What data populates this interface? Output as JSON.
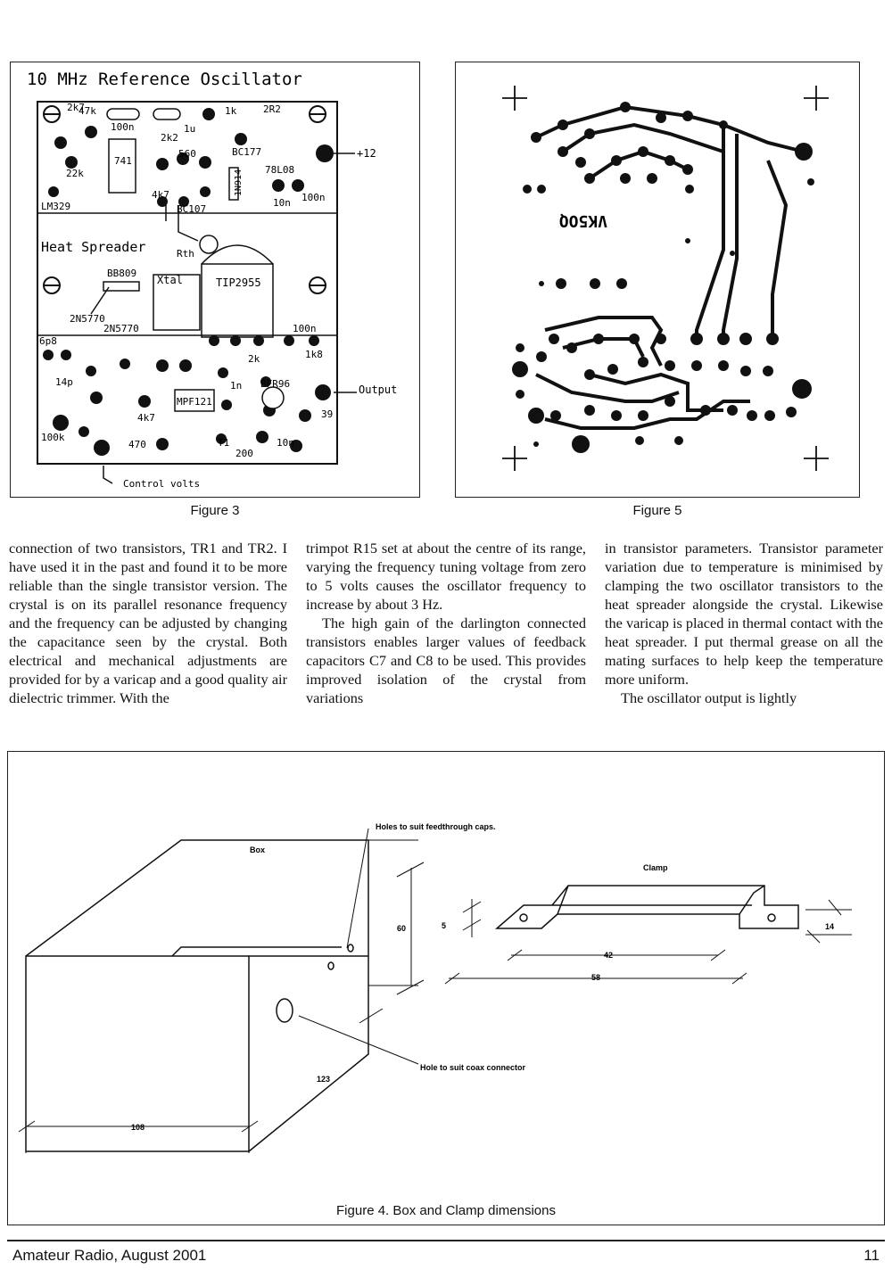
{
  "figure3": {
    "title": "10 MHz Reference Oscillator",
    "caption": "Figure 3",
    "sections": {
      "heat_spreader": "Heat Spreader"
    },
    "labels": {
      "c2k7": "2k7",
      "r47k": "47k",
      "c100n_a": "100n",
      "r1k": "1k",
      "r2r2": "2R2",
      "ic741": "741",
      "r2k2": "2k2",
      "c1u": "1u",
      "r560": "560",
      "bc177": "BC177",
      "r22k": "22k",
      "r4k7": "4k7",
      "bc107": "BC107",
      "in914": "1N914",
      "reg78l08": "78L08",
      "c10n_a": "10n",
      "c100n_b": "100n",
      "lm329": "LM329",
      "plus12": "+12",
      "rth": "Rth",
      "bb809": "BB809",
      "xtal": "Xtal",
      "tip2955": "TIP2955",
      "q2n5770_a": "2N5770",
      "q2n5770_b": "2N5770",
      "c100n_c": "100n",
      "c6p8": "6p8",
      "c1k8": "1k8",
      "r2k": "2k",
      "c14p": "14p",
      "c1n": "1n",
      "bfr96": "BFR96",
      "output": "Output",
      "r100k": "100k",
      "r4k7_b": "4k7",
      "mpf121": "MPF121",
      "r470": "470",
      "t1": "T1",
      "c10n_b": "10n",
      "c200": "200",
      "c39": "39",
      "control_volts": "Control volts"
    }
  },
  "figure5": {
    "caption": "Figure 5",
    "board_mark": "VK5OQ"
  },
  "article": {
    "col1": "connection of two transistors, TR1 and TR2. I have used it in the past and found it to be more reliable than the single transistor version. The crystal is on its parallel resonance frequency and the frequency can be adjusted by changing the capacitance seen by the crystal. Both electrical and mechanical adjustments are provided for by a varicap and a good quality air dielectric trimmer. With the",
    "col2a": "trimpot R15 set at about the centre of its range, varying the frequency tuning voltage from zero to 5 volts causes the oscillator frequency to increase by about 3 Hz.",
    "col2b": "The high gain of the darlington connected transistors enables larger values of feedback capacitors C7 and C8 to be used. This provides improved isolation of the crystal from variations",
    "col3a": "in transistor parameters. Transistor parameter variation due to temperature is minimised by clamping the two oscillator transistors to the heat spreader alongside the crystal. Likewise the varicap is placed in thermal contact with the heat spreader. I put thermal grease on all the mating surfaces to help keep the temperature more uniform.",
    "col3b": "The oscillator output is lightly"
  },
  "figure4": {
    "caption": "Figure 4. Box and Clamp dimensions",
    "labels": {
      "box": "Box",
      "holes": "Holes to suit feedthrough caps.",
      "clamp": "Clamp",
      "coax": "Hole to suit coax connector",
      "d60": "60",
      "d5": "5",
      "d42": "42",
      "d58": "58",
      "d14": "14",
      "d123": "123",
      "d108": "108"
    }
  },
  "footer": {
    "left": "Amateur Radio, August 2001",
    "page": "11"
  }
}
